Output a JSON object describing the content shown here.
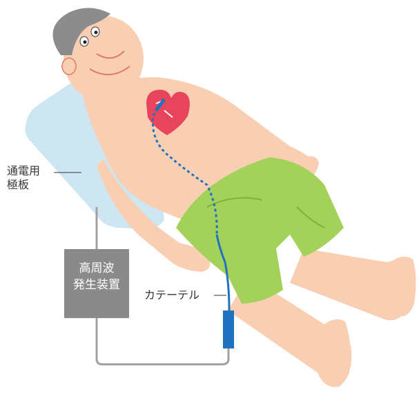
{
  "labels": {
    "electrode_line1": "通電用",
    "electrode_line2": "極板",
    "generator_line1": "高周波",
    "generator_line2": "発生装置",
    "catheter": "カテーテル"
  },
  "colors": {
    "skin": "#f8cfb3",
    "skin_line": "#e07a6a",
    "shorts": "#a4d15a",
    "shorts_dark": "#7fb33a",
    "pad": "#cde6f2",
    "generator": "#8a8a8a",
    "catheter": "#1f72c0",
    "heart": "#e8445c",
    "hair": "#8c8c8c",
    "cable": "#a0a0a0"
  }
}
